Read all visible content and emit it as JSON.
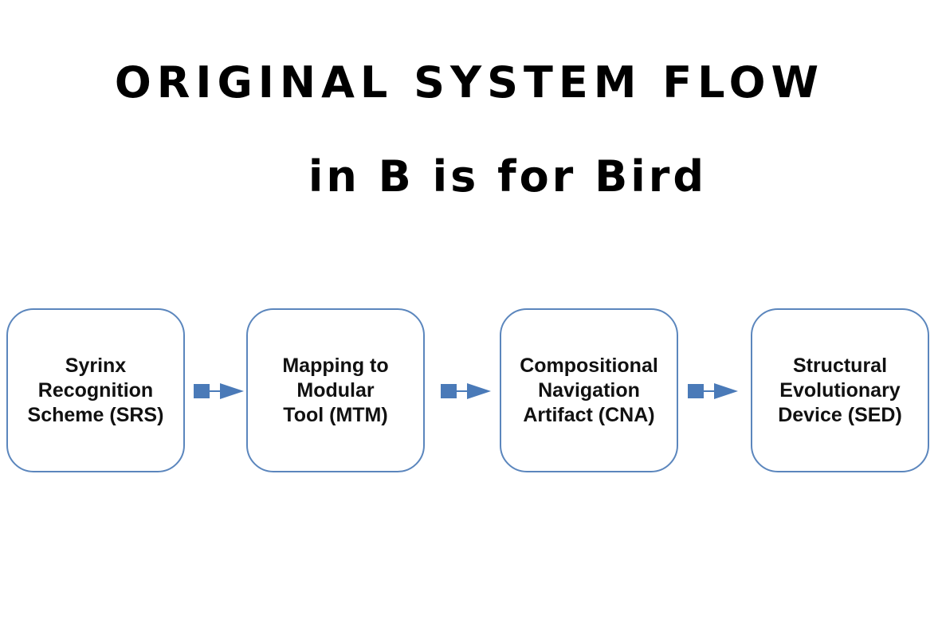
{
  "title": "ORIGINAL SYSTEM FLOW",
  "subtitle": "in B is for Bird",
  "colors": {
    "box_border": "#5b86bd",
    "arrow": "#4a7ab8",
    "text": "#000000"
  },
  "flow": {
    "nodes": [
      {
        "id": "SRS",
        "label": "Syrinx\nRecognition\nScheme (SRS)"
      },
      {
        "id": "MTM",
        "label": "Mapping to\nModular\nTool (MTM)"
      },
      {
        "id": "CNA",
        "label": "Compositional\nNavigation\nArtifact (CNA)"
      },
      {
        "id": "SED",
        "label": "Structural\nEvolutionary\nDevice (SED)"
      }
    ],
    "edges": [
      {
        "from": "SRS",
        "to": "MTM"
      },
      {
        "from": "MTM",
        "to": "CNA"
      },
      {
        "from": "CNA",
        "to": "SED"
      }
    ]
  }
}
